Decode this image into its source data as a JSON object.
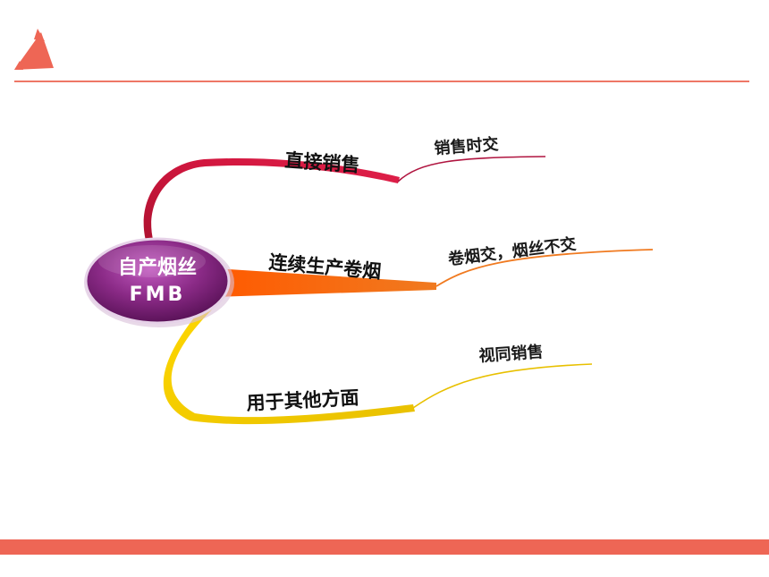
{
  "colors": {
    "accent": "#ee6655",
    "header_rule": "#ee7766",
    "branch_direct": "#c8103c",
    "branch_continuous": "#ee6a10",
    "branch_other": "#f2d400",
    "center_fill": "#8a2a86"
  },
  "mindmap": {
    "center": {
      "line1": "自产烟丝",
      "line2": "FMB"
    },
    "branches": [
      {
        "label": "直接销售",
        "leaf": "销售时交"
      },
      {
        "label": "连续生产卷烟",
        "leaf": "卷烟交，烟丝不交"
      },
      {
        "label": "用于其他方面",
        "leaf": "视同销售"
      }
    ]
  }
}
